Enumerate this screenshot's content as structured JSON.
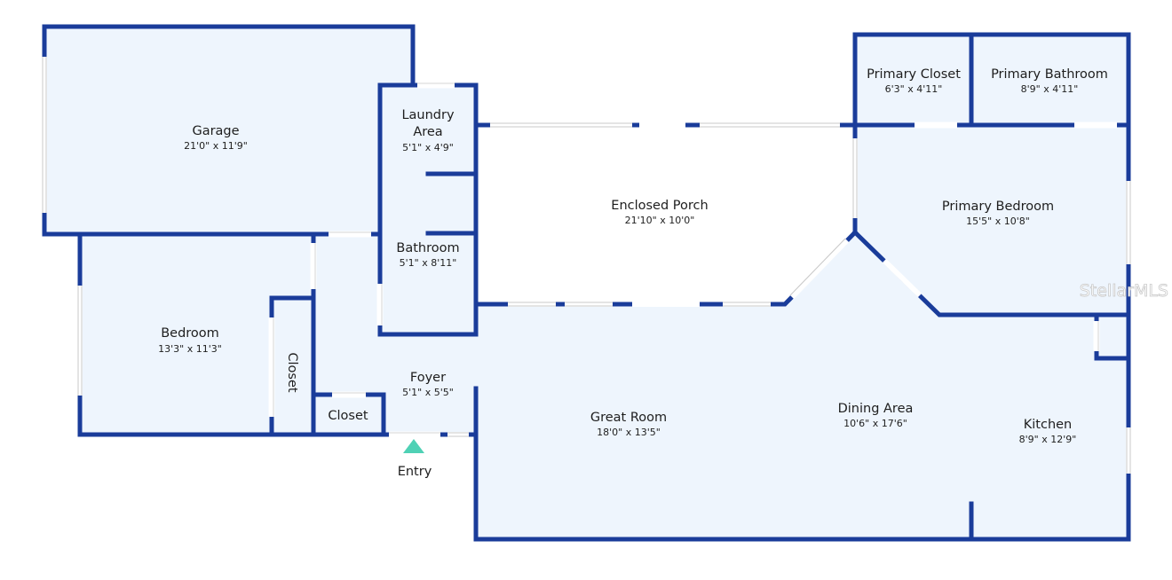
{
  "rooms": {
    "garage": {
      "name": "Garage",
      "dims": "21'0\" x 11'9\""
    },
    "laundry": {
      "name_line1": "Laundry",
      "name_line2": "Area",
      "dims": "5'1\" x 4'9\""
    },
    "bathroom": {
      "name": "Bathroom",
      "dims": "5'1\" x 8'11\""
    },
    "enclosed_porch": {
      "name": "Enclosed Porch",
      "dims": "21'10\" x 10'0\""
    },
    "primary_closet": {
      "name": "Primary Closet",
      "dims": "6'3\" x 4'11\""
    },
    "primary_bathroom": {
      "name": "Primary Bathroom",
      "dims": "8'9\" x 4'11\""
    },
    "primary_bedroom": {
      "name": "Primary Bedroom",
      "dims": "15'5\" x 10'8\""
    },
    "bedroom": {
      "name": "Bedroom",
      "dims": "13'3\" x 11'3\""
    },
    "closet_vertical": {
      "name": "Closet"
    },
    "closet_small": {
      "name": "Closet"
    },
    "foyer": {
      "name": "Foyer",
      "dims": "5'1\" x 5'5\""
    },
    "great_room": {
      "name": "Great Room",
      "dims": "18'0\" x 13'5\""
    },
    "dining_area": {
      "name": "Dining Area",
      "dims": "10'6\" x 17'6\""
    },
    "kitchen": {
      "name": "Kitchen",
      "dims": "8'9\" x 12'9\""
    }
  },
  "entry": {
    "label": "Entry"
  },
  "watermark": {
    "text": "StellarMLS"
  },
  "colors": {
    "wall": "#1a3c9a",
    "room_fill": "#eef5fd",
    "porch_fill": "#ffffff",
    "entry_marker": "#4fd1b5",
    "background": "#ffffff"
  }
}
